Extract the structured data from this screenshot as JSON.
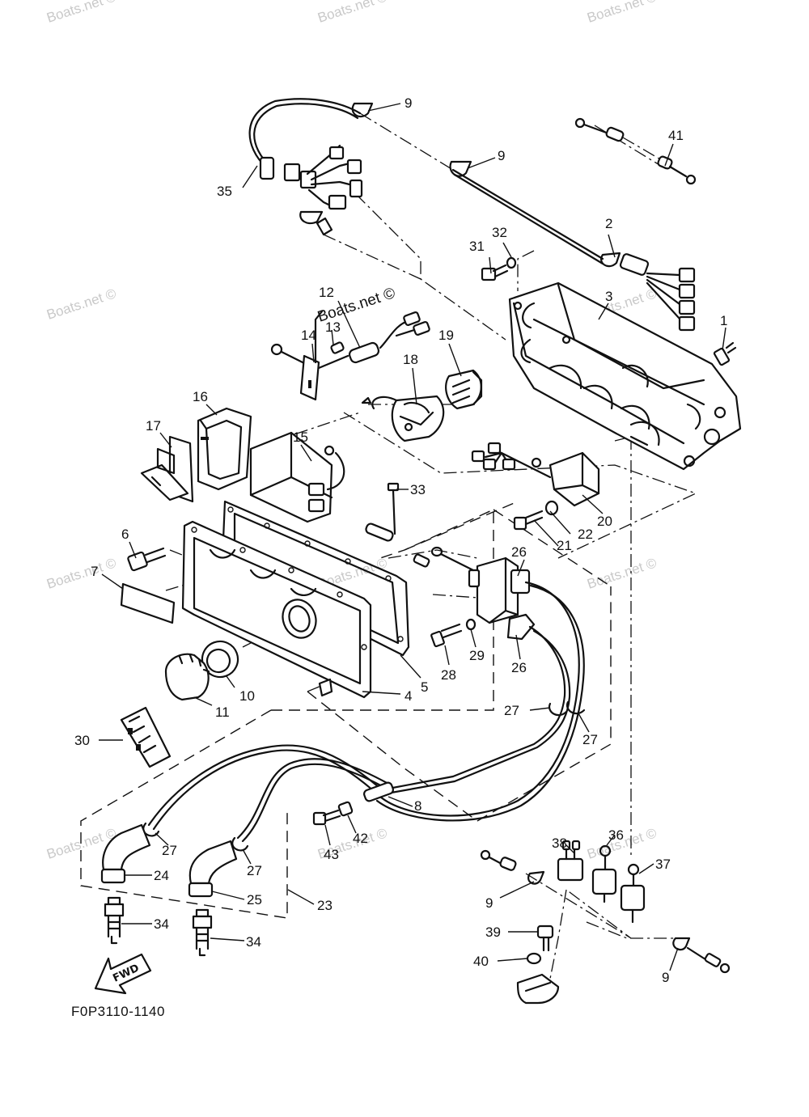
{
  "diagram": {
    "figure_code": "F0P3110-1140",
    "fwd_label": "FWD",
    "watermark": "Boats.net ©",
    "callouts": [
      "1",
      "2",
      "3",
      "4",
      "5",
      "6",
      "7",
      "8",
      "9",
      "10",
      "11",
      "12",
      "13",
      "14",
      "15",
      "16",
      "17",
      "18",
      "19",
      "20",
      "21",
      "22",
      "23",
      "24",
      "25",
      "26",
      "27",
      "28",
      "29",
      "30",
      "31",
      "32",
      "33",
      "34",
      "35",
      "36",
      "37",
      "38",
      "39",
      "40",
      "41",
      "42",
      "43"
    ]
  }
}
